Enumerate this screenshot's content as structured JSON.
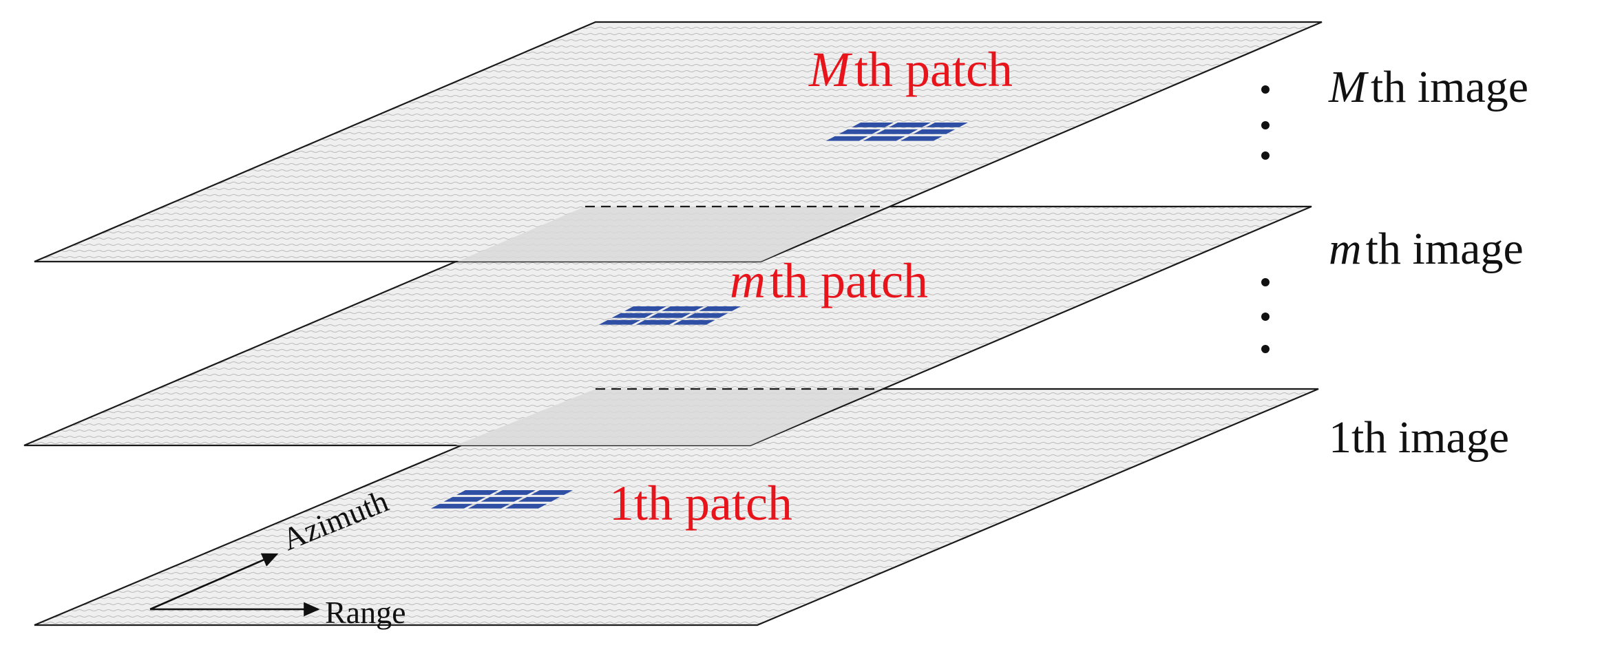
{
  "figure": {
    "layers": [
      {
        "id": "top",
        "patch_label": {
          "var": "M",
          "suffix": "th patch"
        },
        "image_label": {
          "var": "M",
          "suffix": "th image"
        }
      },
      {
        "id": "middle",
        "patch_label": {
          "var": "m",
          "suffix": "th patch"
        },
        "image_label": {
          "var": "m",
          "suffix": "th image"
        }
      },
      {
        "id": "bottom",
        "patch_label": {
          "var": "",
          "suffix": "1th patch"
        },
        "image_label": {
          "var": "",
          "suffix": "1th image"
        }
      }
    ],
    "axes": {
      "azimuth": "Azimuth",
      "range": "Range"
    },
    "colors": {
      "patch_label": "#e8141c",
      "patch_marker": "#2e4fa3",
      "plane_fill": "#ececec",
      "plane_stroke": "#1a1a1a"
    }
  }
}
